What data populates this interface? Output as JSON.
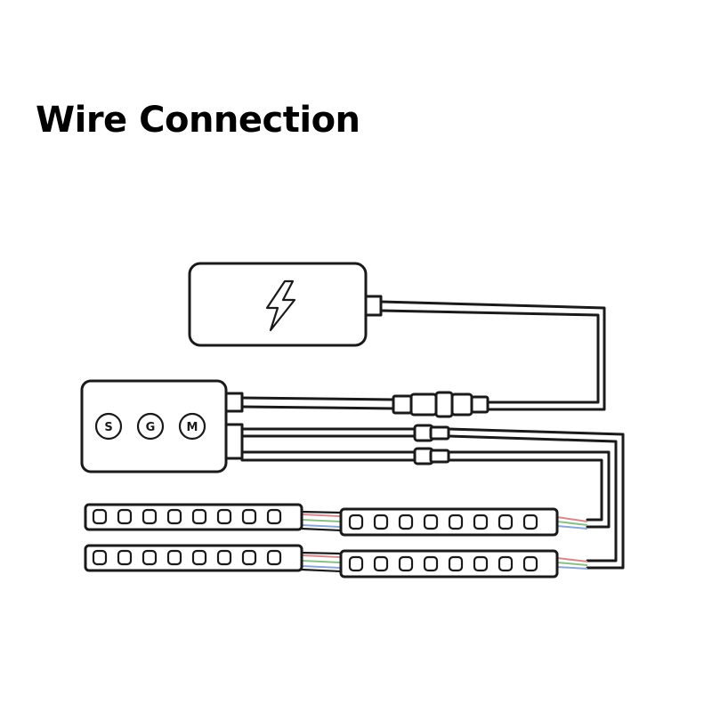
{
  "title": "Wire Connection",
  "controller": {
    "buttons": [
      {
        "label": "S"
      },
      {
        "label": "G"
      },
      {
        "label": "M"
      }
    ]
  },
  "icons": {
    "power_adapter": "lightning-bolt-icon"
  },
  "wire_colors": {
    "strand_1": "#d28a8a",
    "strand_2": "#8abf8a",
    "strand_3": "#8aa6d2"
  }
}
